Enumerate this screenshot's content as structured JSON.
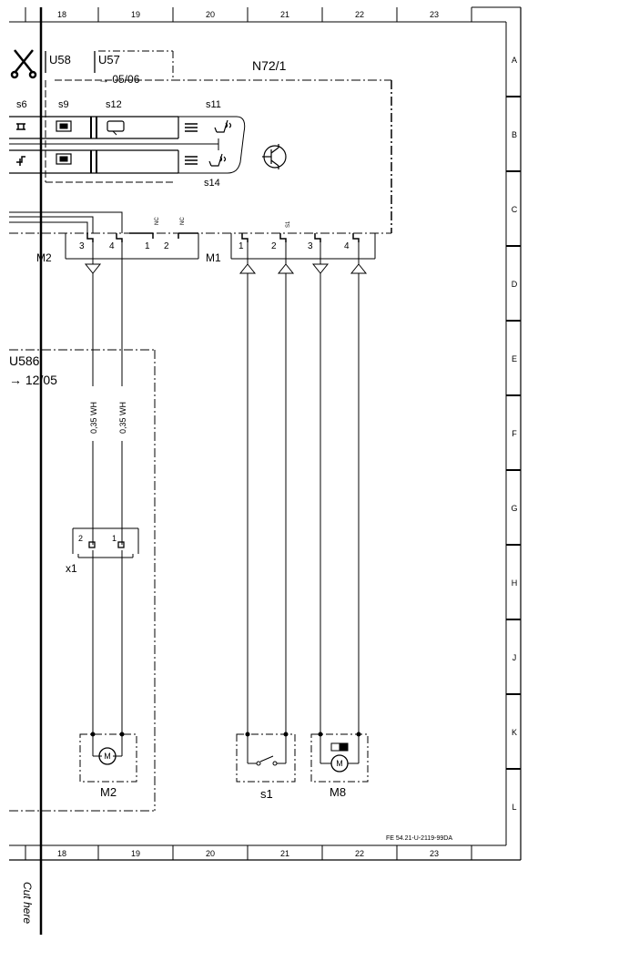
{
  "grid": {
    "columns": [
      "18",
      "19",
      "20",
      "21",
      "22",
      "23"
    ],
    "rows": [
      "A",
      "B",
      "C",
      "D",
      "E",
      "F",
      "G",
      "H",
      "J",
      "K",
      "L"
    ]
  },
  "components": {
    "u58": "U58",
    "u57": "U57",
    "u57_ref": "→ 05/06",
    "n72": "N72/1",
    "s6": "s6",
    "s9": "s9",
    "s12": "s12",
    "s11": "s11",
    "s14": "s14",
    "m2_conn": "M2",
    "m1_conn": "M1",
    "u586": "U586",
    "u586_ref": "→ 12/05",
    "x1": "x1",
    "m2": "M2",
    "s1": "s1",
    "m8": "M8",
    "motor": "M"
  },
  "pins": {
    "m2": [
      "3",
      "4",
      "1",
      "2"
    ],
    "m1": [
      "1",
      "2",
      "3",
      "4"
    ],
    "x1": [
      "2",
      "1"
    ],
    "nc": "NC",
    "s1_label": "S1"
  },
  "wires": {
    "w1": "0,35 WH",
    "w2": "0,35 WH"
  },
  "footer": {
    "code": "FE 54.21-U-2119-99DA",
    "cut": "Cut here"
  }
}
